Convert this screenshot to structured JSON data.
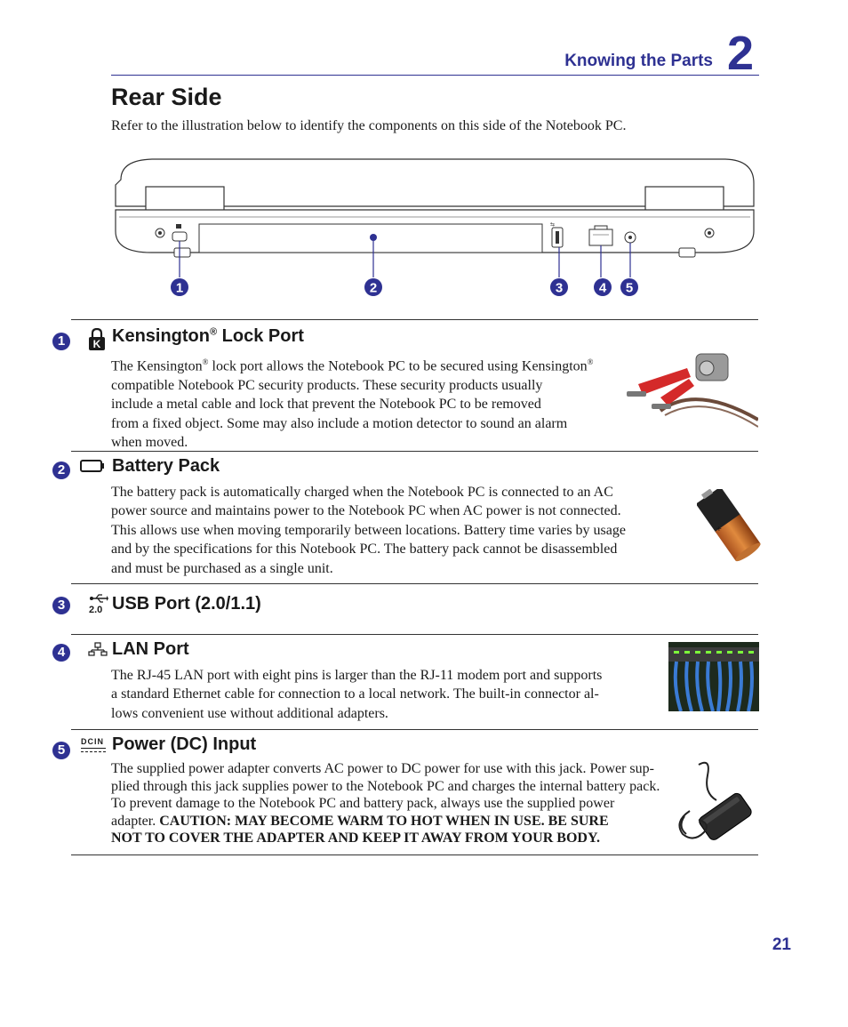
{
  "header": {
    "chapter_label": "Knowing the Parts",
    "chapter_number": "2"
  },
  "page_title": "Rear Side",
  "intro": "Refer to the illustration below to identify the components on this side of the Notebook PC.",
  "diagram": {
    "callouts": [
      "1",
      "2",
      "3",
      "4",
      "5"
    ]
  },
  "sections": [
    {
      "number": "1",
      "icon": "kensington-lock-icon",
      "title_main": "Kensington",
      "title_mark": "®",
      "title_rest": " Lock Port",
      "lines": [
        "The Kensington",
        "®",
        " lock port allows the Notebook PC to be secured using Kensington",
        "®",
        "compatible Notebook PC security products. These security products usually",
        "include a metal cable and lock that prevent the Notebook PC to be removed",
        "from a fixed object. Some may also include a motion detector to sound an alarm",
        "when moved."
      ]
    },
    {
      "number": "2",
      "icon": "battery-icon",
      "title": "Battery Pack",
      "lines": [
        "The battery pack is automatically charged when the Notebook PC is connected to an AC",
        "power source and maintains power to the Notebook PC when AC power is not connected.",
        "This allows use when moving temporarily between locations. Battery time varies by usage",
        "and by the specifications for this Notebook PC. The battery pack cannot be disassembled",
        "and must be purchased as a single unit."
      ]
    },
    {
      "number": "3",
      "icon": "usb-icon",
      "icon_label": "2.0",
      "title": "USB Port (2.0/1.1)"
    },
    {
      "number": "4",
      "icon": "lan-icon",
      "title": "LAN Port",
      "lines": [
        "The RJ-45 LAN port with eight pins is larger than the RJ-11 modem port and supports",
        "a standard Ethernet cable for connection to a local network. The built-in connector al-",
        "lows convenient use without additional adapters."
      ]
    },
    {
      "number": "5",
      "icon": "dc-in-icon",
      "icon_label": "DCIN",
      "title": "Power (DC) Input",
      "lines": [
        "The supplied power adapter converts AC power to DC power for use with this jack. Power sup-",
        "plied through this jack supplies power to the Notebook PC and charges the internal battery pack.",
        "To prevent damage to the Notebook PC and battery pack, always use the supplied power",
        "adapter. ",
        "CAUTION: MAY BECOME WARM TO HOT WHEN IN USE. BE SURE",
        "NOT TO COVER THE ADAPTER AND KEEP IT AWAY FROM YOUR BODY."
      ]
    }
  ],
  "page_number": "21",
  "colors": {
    "accent": "#2e3192",
    "text": "#1a1a1a"
  }
}
